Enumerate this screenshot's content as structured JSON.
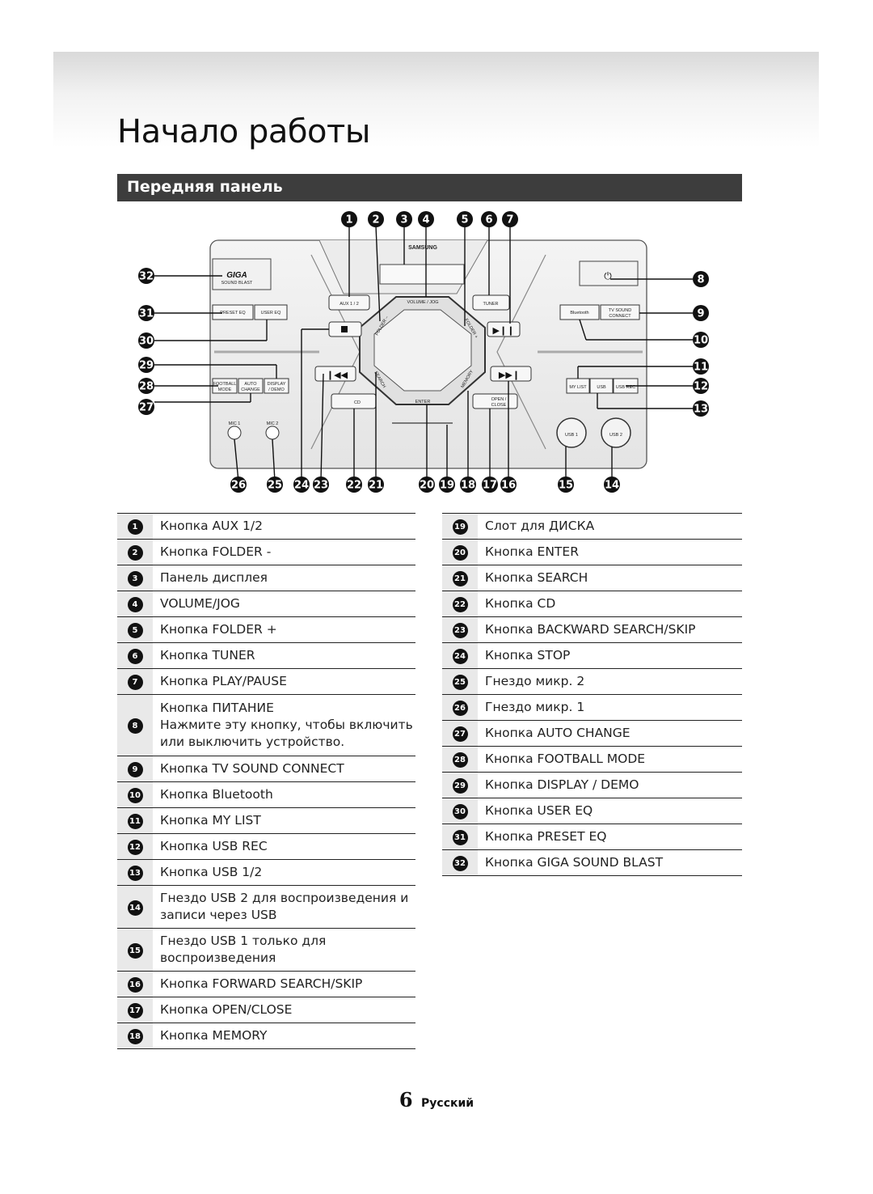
{
  "page": {
    "title": "Начало работы",
    "section_title": "Передняя панель",
    "page_number": "6",
    "language": "Русский"
  },
  "diagram": {
    "brand": "SAMSUNG",
    "labels": {
      "aux": "AUX 1 / 2",
      "volume_jog": "VOLUME / JOG",
      "tuner": "TUNER",
      "preset_eq": "PRESET EQ",
      "user_eq": "USER EQ",
      "bluetooth": "Bluetooth",
      "tv_sound_connect_1": "TV SOUND",
      "tv_sound_connect_2": "CONNECT",
      "football_mode_1": "FOOTBALL",
      "football_mode_2": "MODE",
      "auto_change_1": "AUTO",
      "auto_change_2": "CHANGE",
      "display_demo_1": "DISPLAY",
      "display_demo_2": "/ DEMO",
      "cd": "CD",
      "enter": "ENTER",
      "open_close_1": "OPEN /",
      "open_close_2": "CLOSE",
      "my_list": "MY LIST",
      "usb": "USB",
      "usb_rec": "USB REC",
      "mic1": "MIC 1",
      "mic2": "MIC 2",
      "folder_minus": "FOLDER –",
      "folder_plus": "FOLDER +",
      "search": "SEARCH",
      "memory": "MEMORY",
      "giga": "GIGA",
      "sound_blast": "SOUND BLAST",
      "usb_port_1": "USB 1",
      "usb_port_2": "USB 2"
    }
  },
  "legend_left": [
    {
      "num": "1",
      "lines": [
        "Кнопка AUX 1/2"
      ]
    },
    {
      "num": "2",
      "lines": [
        "Кнопка FOLDER -"
      ]
    },
    {
      "num": "3",
      "lines": [
        "Панель дисплея"
      ]
    },
    {
      "num": "4",
      "lines": [
        "VOLUME/JOG"
      ]
    },
    {
      "num": "5",
      "lines": [
        "Кнопка FOLDER +"
      ]
    },
    {
      "num": "6",
      "lines": [
        "Кнопка TUNER"
      ]
    },
    {
      "num": "7",
      "lines": [
        "Кнопка PLAY/PAUSE"
      ]
    },
    {
      "num": "8",
      "lines": [
        "Кнопка ПИТАНИЕ",
        "Нажмите эту кнопку, чтобы включить",
        "или выключить устройство."
      ]
    },
    {
      "num": "9",
      "lines": [
        "Кнопка TV SOUND CONNECT"
      ]
    },
    {
      "num": "10",
      "lines": [
        "Кнопка Bluetooth"
      ]
    },
    {
      "num": "11",
      "lines": [
        "Кнопка MY LIST"
      ]
    },
    {
      "num": "12",
      "lines": [
        "Кнопка USB REC"
      ]
    },
    {
      "num": "13",
      "lines": [
        "Кнопка USB 1/2"
      ]
    },
    {
      "num": "14",
      "lines": [
        "Гнездо USB 2 для воспроизведения и",
        "записи через USB"
      ]
    },
    {
      "num": "15",
      "lines": [
        "Гнездо USB 1 только для",
        "воспроизведения"
      ]
    },
    {
      "num": "16",
      "lines": [
        "Кнопка FORWARD SEARCH/SKIP"
      ]
    },
    {
      "num": "17",
      "lines": [
        "Кнопка OPEN/CLOSE"
      ]
    },
    {
      "num": "18",
      "lines": [
        "Кнопка MEMORY"
      ]
    }
  ],
  "legend_right": [
    {
      "num": "19",
      "lines": [
        "Слот для ДИСКА"
      ]
    },
    {
      "num": "20",
      "lines": [
        "Кнопка ENTER"
      ]
    },
    {
      "num": "21",
      "lines": [
        "Кнопка SEARCH"
      ]
    },
    {
      "num": "22",
      "lines": [
        "Кнопка CD"
      ]
    },
    {
      "num": "23",
      "lines": [
        "Кнопка BACKWARD SEARCH/SKIP"
      ]
    },
    {
      "num": "24",
      "lines": [
        "Кнопка STOP"
      ]
    },
    {
      "num": "25",
      "lines": [
        "Гнездо микр. 2"
      ]
    },
    {
      "num": "26",
      "lines": [
        "Гнездо микр. 1"
      ]
    },
    {
      "num": "27",
      "lines": [
        "Кнопка AUTO CHANGE"
      ]
    },
    {
      "num": "28",
      "lines": [
        "Кнопка FOOTBALL MODE"
      ]
    },
    {
      "num": "29",
      "lines": [
        "Кнопка DISPLAY / DEMO"
      ]
    },
    {
      "num": "30",
      "lines": [
        "Кнопка USER EQ"
      ]
    },
    {
      "num": "31",
      "lines": [
        "Кнопка PRESET EQ"
      ]
    },
    {
      "num": "32",
      "lines": [
        "Кнопка GIGA SOUND BLAST"
      ]
    }
  ]
}
